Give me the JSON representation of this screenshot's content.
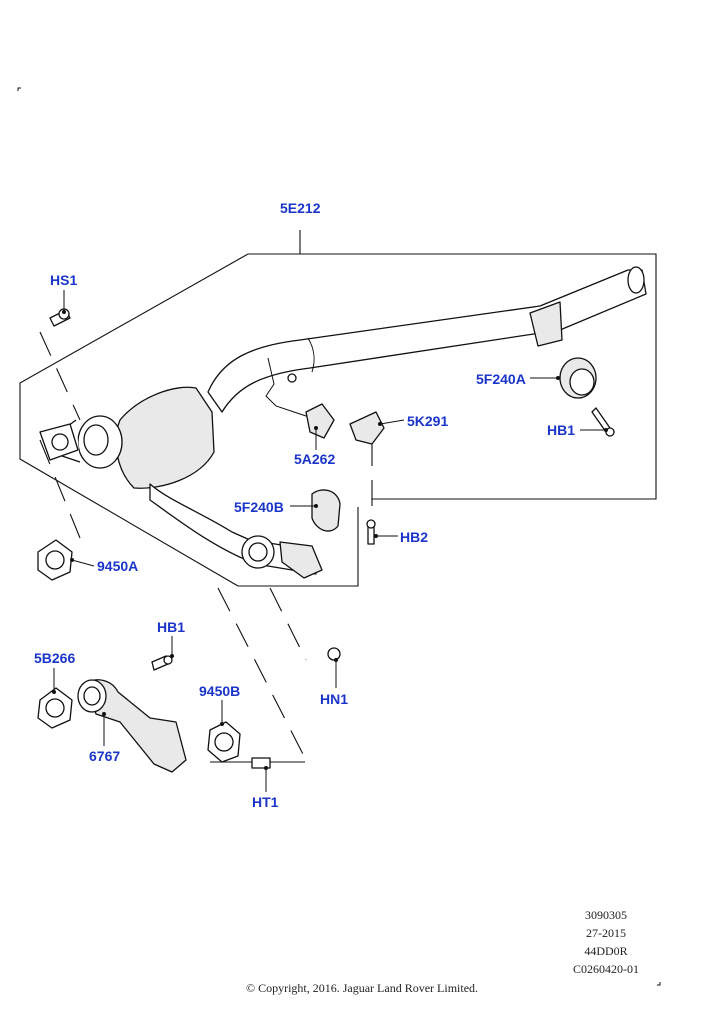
{
  "callouts": {
    "c_5E212": "5E212",
    "c_HS1": "HS1",
    "c_5F240A": "5F240A",
    "c_HB1_top": "HB1",
    "c_5K291": "5K291",
    "c_5A262": "5A262",
    "c_5F240B": "5F240B",
    "c_HB2": "HB2",
    "c_9450A": "9450A",
    "c_HB1_bottom": "HB1",
    "c_5B266": "5B266",
    "c_9450B": "9450B",
    "c_HN1": "HN1",
    "c_6767": "6767",
    "c_HT1": "HT1"
  },
  "meta": {
    "line1": "3090305",
    "line2": "27-2015",
    "line3": "44DD0R",
    "line4": "C0260420-01"
  },
  "copyright": "© Copyright, 2016. Jaguar Land Rover Limited.",
  "colors": {
    "callout": "#1a35c8",
    "line": "#111111",
    "background": "#ffffff"
  }
}
